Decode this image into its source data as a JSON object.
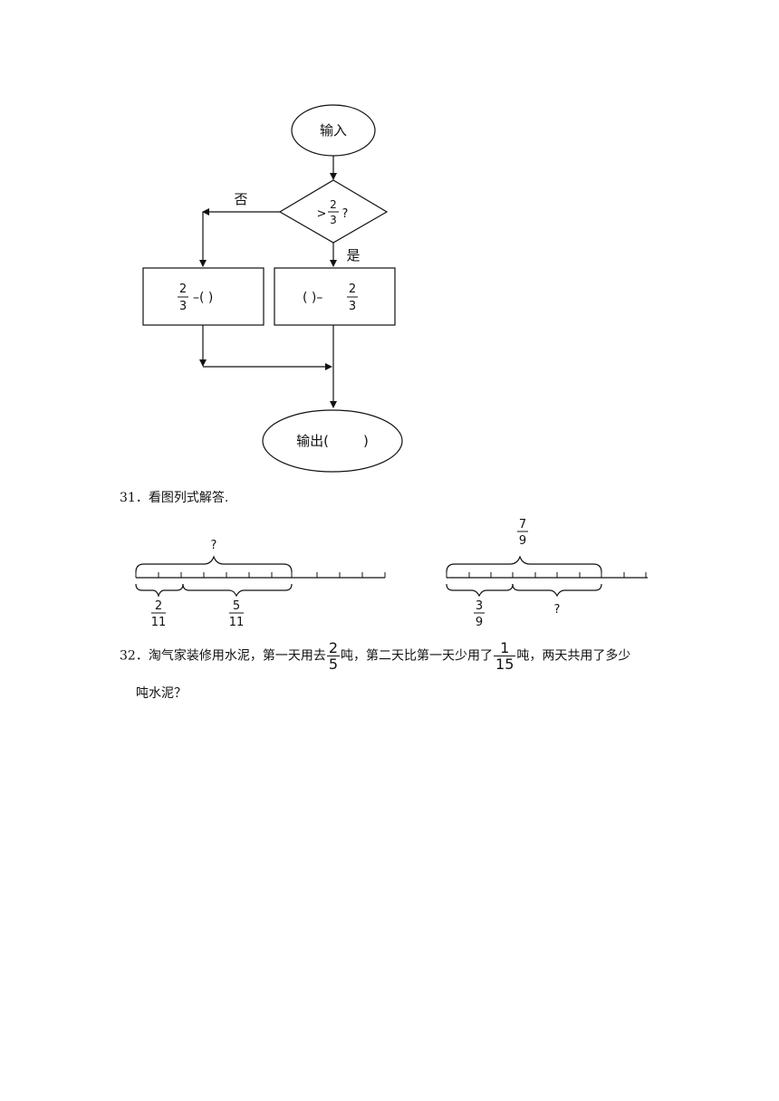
{
  "flowchart": {
    "start": "输入",
    "decision_prefix": ">",
    "decision_num": "2",
    "decision_den": "3",
    "decision_suffix": "?",
    "no_label": "否",
    "yes_label": "是",
    "left_box": {
      "num": "2",
      "den": "3",
      "tail": "–(  )"
    },
    "right_box": {
      "head": "(  )–",
      "num": "2",
      "den": "3"
    },
    "end": "输出(        )"
  },
  "q31": {
    "number": "31．",
    "text": "看图列式解答.",
    "left": {
      "top_label": "?",
      "part1_num": "2",
      "part1_den": "11",
      "part2_num": "5",
      "part2_den": "11"
    },
    "right": {
      "top_num": "7",
      "top_den": "9",
      "part1_num": "3",
      "part1_den": "9",
      "part2_label": "?"
    }
  },
  "q32": {
    "number": "32．",
    "text_a": "淘气家装修用水泥，第一天用去",
    "frac1_num": "2",
    "frac1_den": "5",
    "text_b": "吨，第二天比第一天少用了",
    "frac2_num": "1",
    "frac2_den": "15",
    "text_c": "吨，两天共用了多少",
    "text_d": "吨水泥？"
  }
}
